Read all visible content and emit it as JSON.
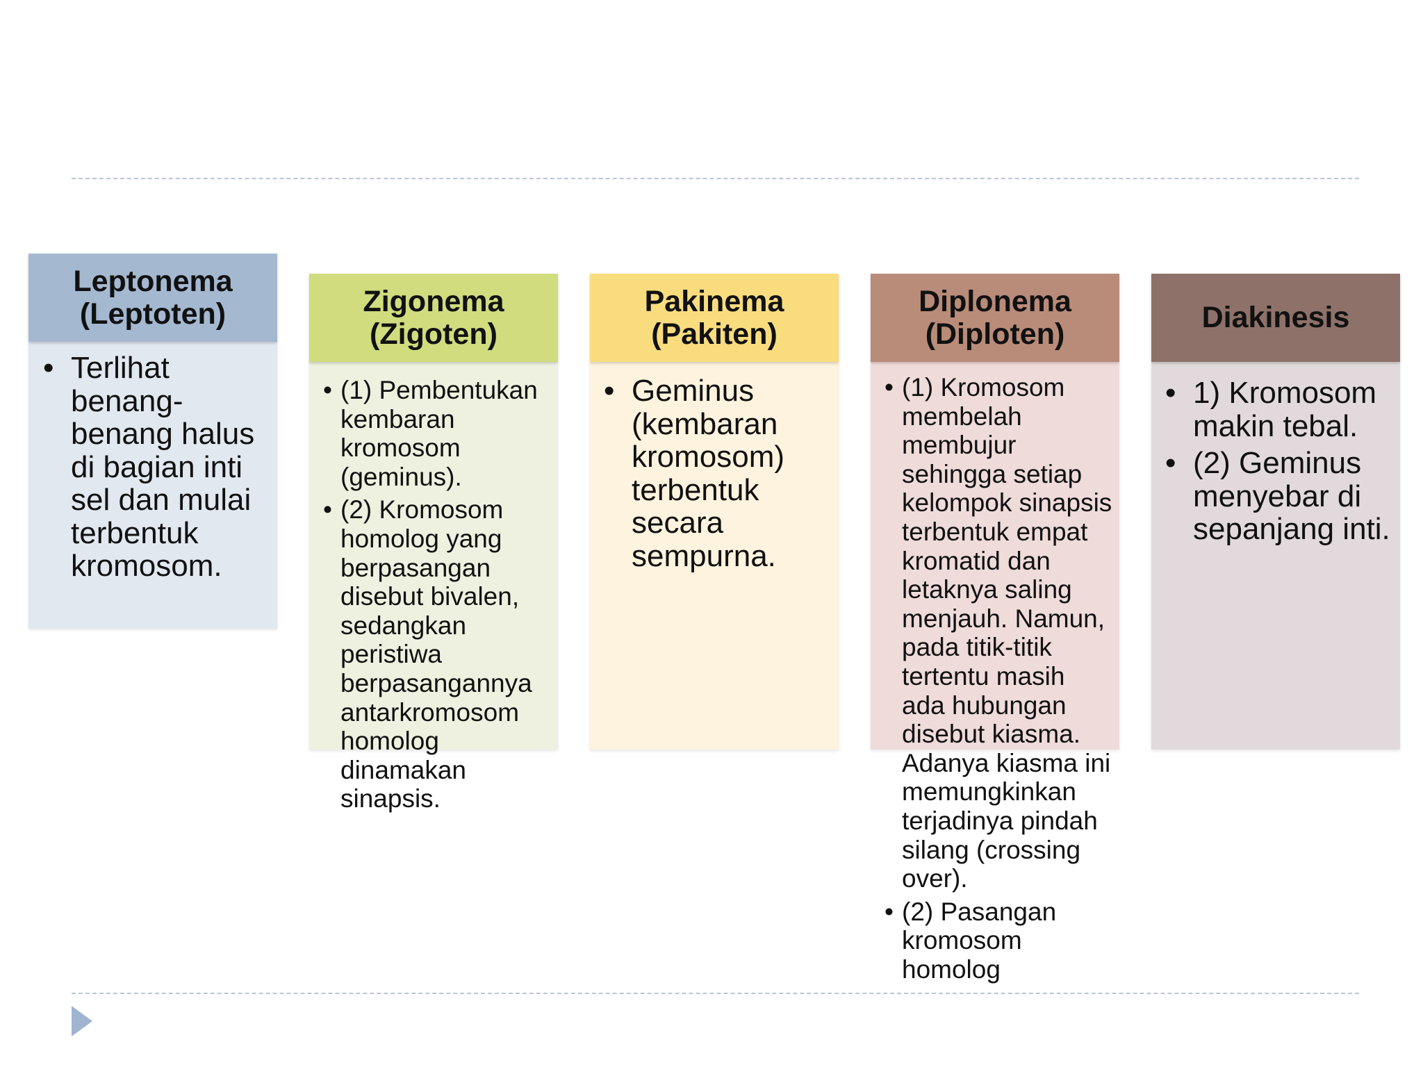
{
  "stages": [
    {
      "title": "Leptonema (Leptoten)",
      "points": [
        "Terlihat benang-benang halus di bagian inti sel dan mulai terbentuk kromosom."
      ],
      "header_color": "#a4b8d0",
      "body_color": "#e2e8f0"
    },
    {
      "title": "Zigonema (Zigoten)",
      "points": [
        "(1) Pembentukan kembaran kromosom (geminus).",
        "(2) Kromosom homolog yang berpasangan disebut bivalen, sedangkan peristiwa berpasangannya antarkromosom homolog dinamakan sinapsis."
      ],
      "header_color": "#d0dc7e",
      "body_color": "#eef1df"
    },
    {
      "title": "Pakinema (Pakiten)",
      "points": [
        "Geminus (kembaran kromosom) terbentuk secara sempurna."
      ],
      "header_color": "#f9dc7e",
      "body_color": "#fdf3de"
    },
    {
      "title": "Diplonema (Diploten)",
      "points": [
        "(1) Kromosom membelah membujur sehingga setiap kelompok sinapsis terbentuk empat kromatid dan letaknya saling menjauh. Namun, pada titik-titik tertentu masih ada hubungan disebut kiasma. Adanya kiasma ini memungkinkan terjadinya pindah silang (crossing over).",
        "(2) Pasangan kromosom homolog"
      ],
      "header_color": "#b98b79",
      "body_color": "#eedbda"
    },
    {
      "title": "Diakinesis",
      "points": [
        "1) Kromosom makin tebal.",
        "(2) Geminus menyebar di sepanjang inti."
      ],
      "header_color": "#8e726a",
      "body_color": "#e1d9dc"
    }
  ]
}
